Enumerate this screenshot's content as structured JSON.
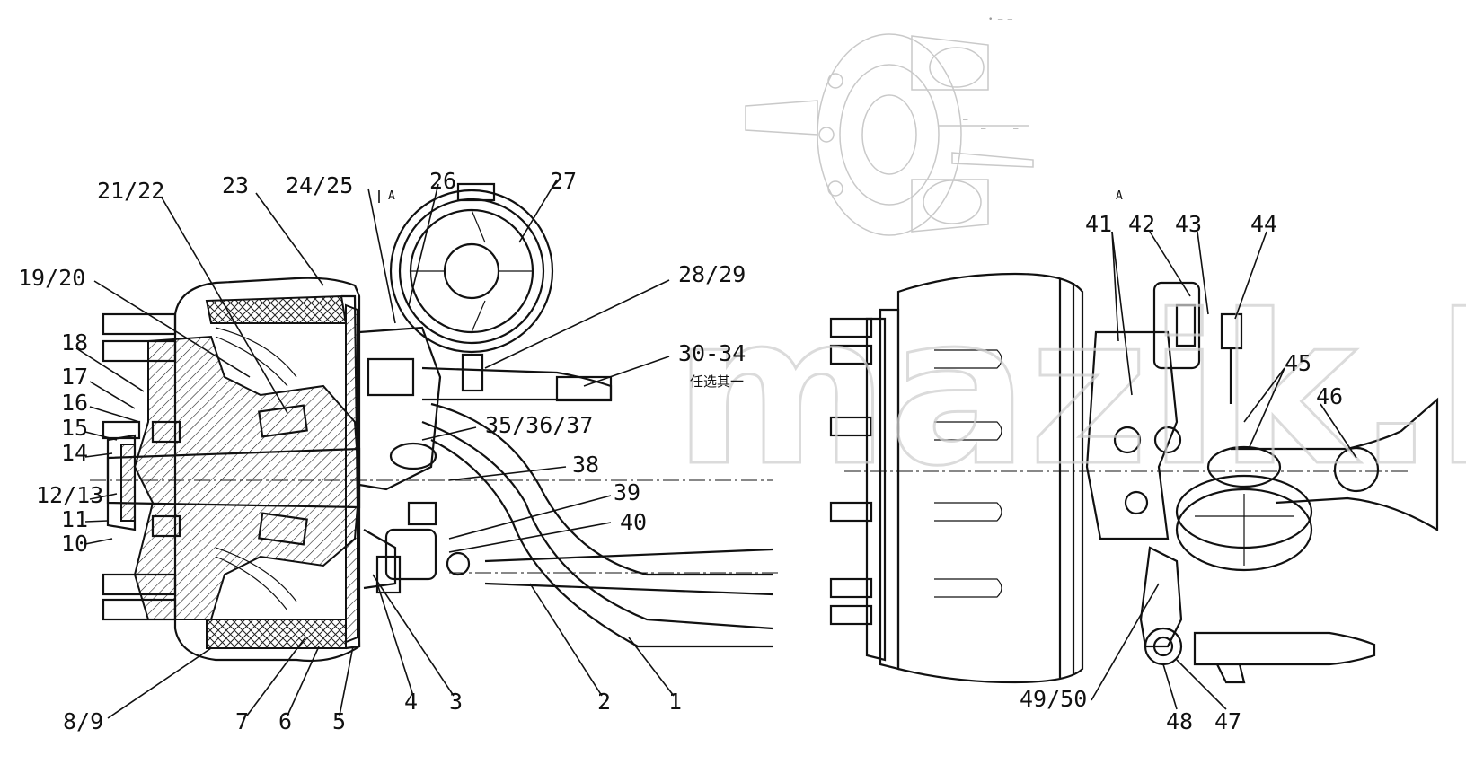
{
  "watermark": "mazik.by",
  "view_markers": {
    "left": "A",
    "right": "A"
  },
  "option_note": "任选其一",
  "left_view_callouts": [
    {
      "id": "c-21-22",
      "label": "21/22"
    },
    {
      "id": "c-23",
      "label": "23"
    },
    {
      "id": "c-24-25",
      "label": "24/25"
    },
    {
      "id": "c-26",
      "label": "26"
    },
    {
      "id": "c-27",
      "label": "27"
    },
    {
      "id": "c-19-20",
      "label": "19/20"
    },
    {
      "id": "c-28-29",
      "label": "28/29"
    },
    {
      "id": "c-18",
      "label": "18"
    },
    {
      "id": "c-30-34",
      "label": "30-34"
    },
    {
      "id": "c-17",
      "label": "17"
    },
    {
      "id": "c-16",
      "label": "16"
    },
    {
      "id": "c-15",
      "label": "15"
    },
    {
      "id": "c-35-37",
      "label": "35/36/37"
    },
    {
      "id": "c-14",
      "label": "14"
    },
    {
      "id": "c-38",
      "label": "38"
    },
    {
      "id": "c-12-13",
      "label": "12/13"
    },
    {
      "id": "c-39",
      "label": "39"
    },
    {
      "id": "c-11",
      "label": "11"
    },
    {
      "id": "c-40",
      "label": "40"
    },
    {
      "id": "c-10",
      "label": "10"
    },
    {
      "id": "c-8-9",
      "label": "8/9"
    },
    {
      "id": "c-7",
      "label": "7"
    },
    {
      "id": "c-6",
      "label": "6"
    },
    {
      "id": "c-5",
      "label": "5"
    },
    {
      "id": "c-4",
      "label": "4"
    },
    {
      "id": "c-3",
      "label": "3"
    },
    {
      "id": "c-2",
      "label": "2"
    },
    {
      "id": "c-1",
      "label": "1"
    }
  ],
  "right_view_callouts": [
    {
      "id": "c-41",
      "label": "41"
    },
    {
      "id": "c-42",
      "label": "42"
    },
    {
      "id": "c-43",
      "label": "43"
    },
    {
      "id": "c-44",
      "label": "44"
    },
    {
      "id": "c-45",
      "label": "45"
    },
    {
      "id": "c-46",
      "label": "46"
    },
    {
      "id": "c-49-50",
      "label": "49/50"
    },
    {
      "id": "c-48",
      "label": "48"
    },
    {
      "id": "c-47",
      "label": "47"
    }
  ]
}
